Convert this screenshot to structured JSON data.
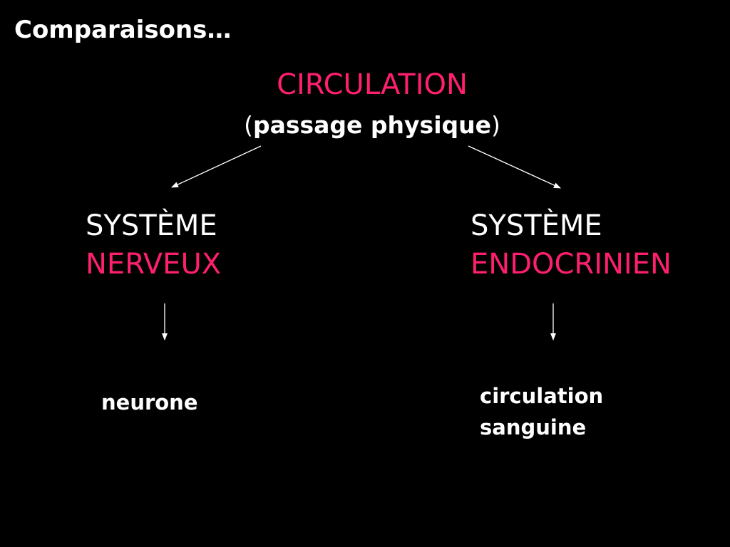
{
  "header": {
    "title": "Comparaisons…"
  },
  "root": {
    "label": "CIRCULATION",
    "sub_open": "(",
    "sub_text": "passage physique",
    "sub_close": ")"
  },
  "branches": [
    {
      "line1": "SYSTÈME",
      "line2": "NERVEUX",
      "leaf_lines": [
        "neurone"
      ]
    },
    {
      "line1": "SYSTÈME",
      "line2": "ENDOCRINIEN",
      "leaf_lines": [
        "circulation",
        "sanguine"
      ]
    }
  ],
  "colors": {
    "background": "#000000",
    "text": "#ffffff",
    "accent": "#ff1f6e"
  }
}
